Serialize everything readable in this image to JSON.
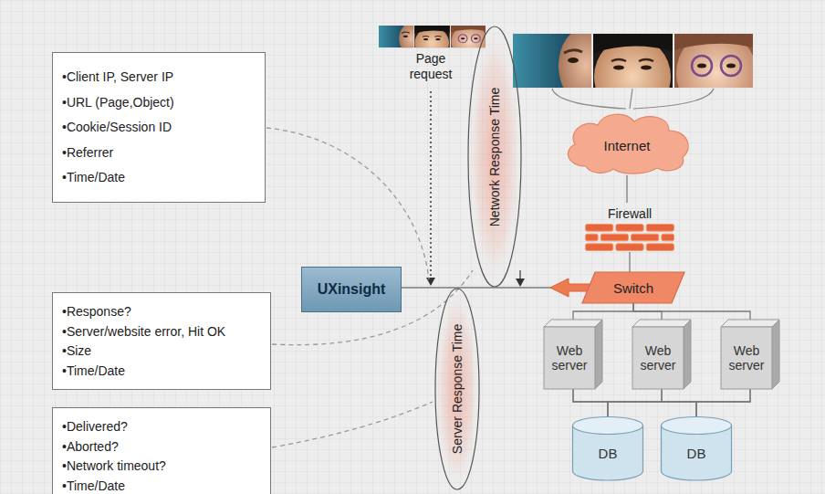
{
  "diagram": {
    "nodes": [
      {
        "text": [
          "•Client IP, Server IP",
          "•URL (Page,Object)",
          "•Cookie/Session ID",
          "•Referrer",
          "•Time/Date"
        ]
      },
      {
        "text": [
          "•Response?",
          "•Server/website error, Hit OK",
          "•Size",
          "•Time/Date"
        ]
      },
      {
        "text": [
          "•Delivered?",
          "•Aborted?",
          "•Network timeout?",
          "•Time/Date"
        ]
      },
      {
        "text": [
          "UXinsight"
        ]
      },
      {
        "text": [
          "Network Response Time"
        ]
      },
      {
        "text": [
          "Server Response Time"
        ]
      },
      {
        "text": [
          "Internet"
        ]
      },
      {
        "text": [
          "Firewall"
        ]
      },
      {
        "text": [
          "Switch"
        ]
      },
      {
        "text": [
          "Web server"
        ]
      },
      {
        "text": [
          "Web server"
        ]
      },
      {
        "text": [
          "Web server"
        ]
      },
      {
        "text": [
          "DB"
        ]
      },
      {
        "text": [
          "DB"
        ]
      }
    ],
    "edges": [
      {
        "from": 6,
        "to": 7,
        "arrow": "none"
      },
      {
        "from": 7,
        "to": 8,
        "arrow": "none"
      },
      {
        "from": 8,
        "to": 3,
        "arrow": "to"
      },
      {
        "from": 8,
        "to": 9,
        "arrow": "none"
      },
      {
        "from": 8,
        "to": 10,
        "arrow": "none"
      },
      {
        "from": 8,
        "to": 11,
        "arrow": "none"
      },
      {
        "from": 9,
        "to": 12,
        "arrow": "none"
      },
      {
        "from": 9,
        "to": 13,
        "arrow": "none"
      },
      {
        "from": 10,
        "to": 12,
        "arrow": "none"
      },
      {
        "from": 10,
        "to": 13,
        "arrow": "none"
      },
      {
        "from": 11,
        "to": 12,
        "arrow": "none"
      },
      {
        "from": 11,
        "to": 13,
        "arrow": "none"
      }
    ],
    "labels": [
      "Page request"
    ]
  }
}
